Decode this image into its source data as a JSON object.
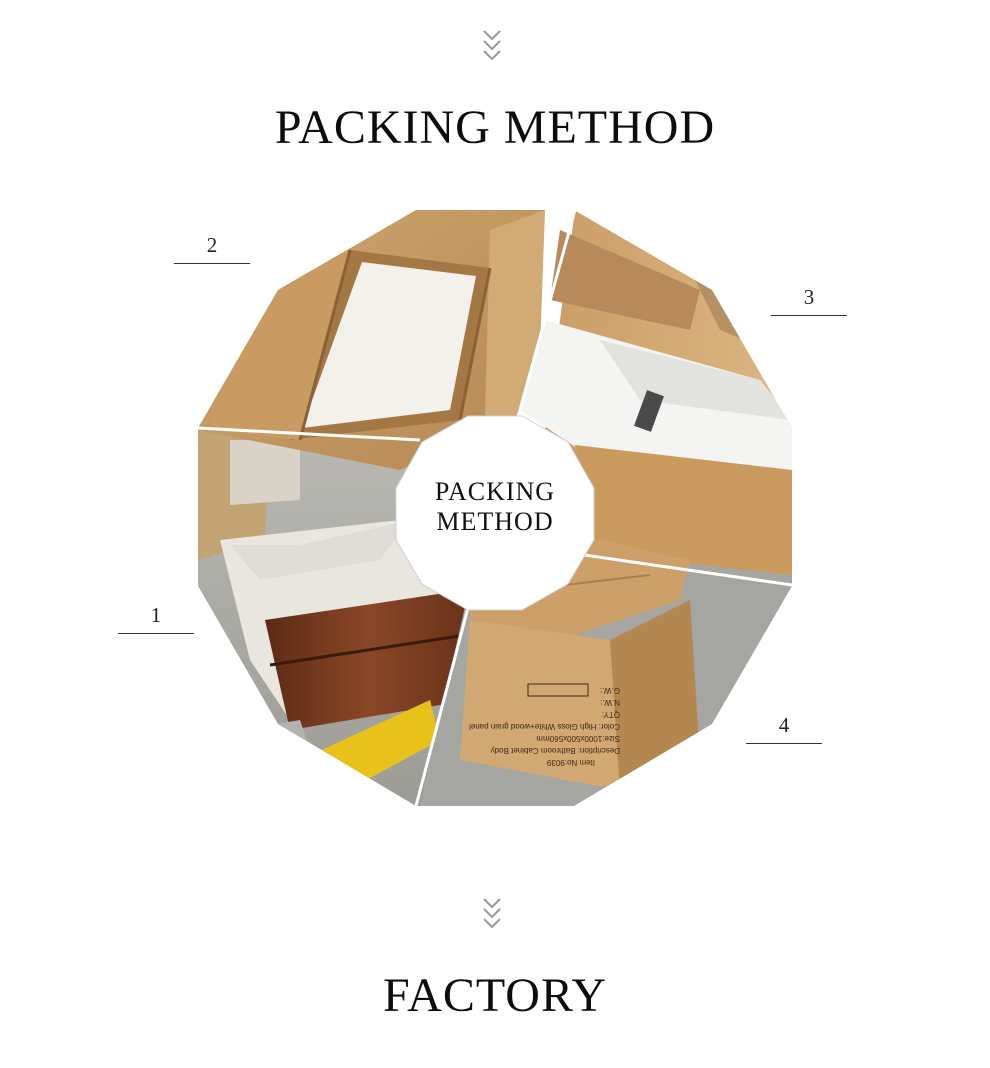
{
  "packing": {
    "title": "PACKING METHOD",
    "center_line1": "PACKING",
    "center_line2": "METHOD",
    "steps": [
      {
        "label": "1"
      },
      {
        "label": "2"
      },
      {
        "label": "3"
      },
      {
        "label": "4"
      }
    ],
    "box_print": {
      "line1": "Item No:9039",
      "line2": "Description: Bathroom Cabinet Body",
      "line3": "Size:1000x500x560mm",
      "line4": "Color: High Gloss White+wood grain panel",
      "line5": "QTY:",
      "line6": "N.W.:",
      "line7": "G.W.:"
    }
  },
  "factory": {
    "title": "FACTORY"
  },
  "colors": {
    "background": "#ffffff",
    "text": "#111111",
    "chevron": "#9a9a9a",
    "cardboard": "#c9a06b",
    "cardboard_dark": "#a97d48",
    "foam_white": "#f3f1ec",
    "floor_gray": "#a6a6a2",
    "warning_yellow": "#e8c21a",
    "wood_brown": "#7a3d22"
  },
  "icons": [
    "chevron-down-icon"
  ]
}
